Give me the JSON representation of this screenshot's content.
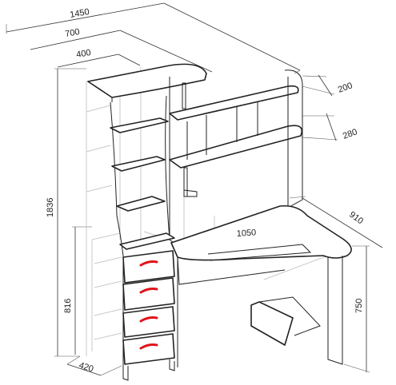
{
  "diagram": {
    "dimensions": {
      "total_width": "1450",
      "upper_width": "700",
      "tower_width": "400",
      "total_height": "1836",
      "drawer_height": "816",
      "tower_depth": "420",
      "shelf_depth_top": "200",
      "shelf_depth_lower": "280",
      "desk_length": "1050",
      "desk_depth": "910",
      "desk_height": "750"
    },
    "colors": {
      "line": "#222222",
      "ghost": "#c8c8c8",
      "handle": "#e0141a"
    }
  }
}
